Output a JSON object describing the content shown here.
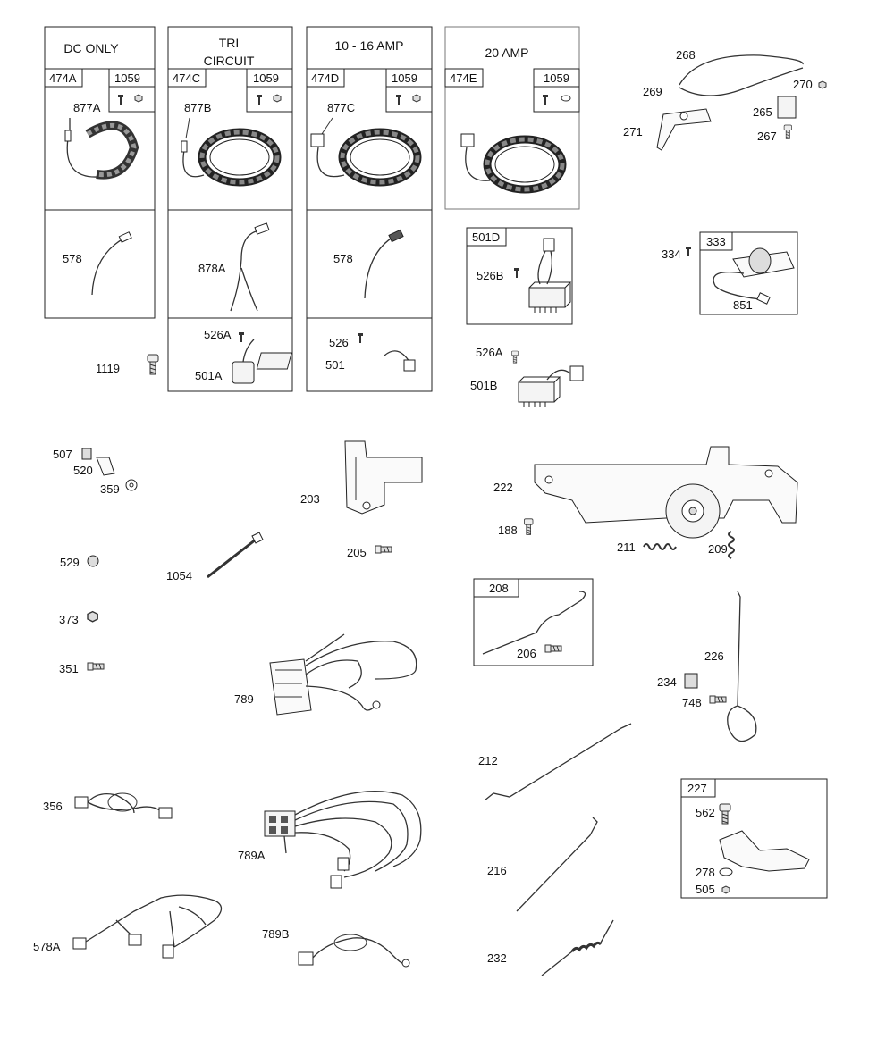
{
  "kits": {
    "dc_only": {
      "title": "DC ONLY",
      "kit": "474A",
      "hw": "1059",
      "part": "877A",
      "lead": "578"
    },
    "tri": {
      "title1": "TRI",
      "title2": "CIRCUIT",
      "kit": "474C",
      "hw": "1059",
      "part": "877B",
      "lead": "878A",
      "reg_screw": "526A",
      "reg": "501A"
    },
    "amp10": {
      "title": "10 - 16 AMP",
      "kit": "474D",
      "hw": "1059",
      "part": "877C",
      "lead": "578",
      "reg_screw": "526",
      "reg": "501"
    },
    "amp20": {
      "title": "20 AMP",
      "kit": "474E",
      "hw": "1059"
    }
  },
  "kit_501d": {
    "kit": "501D",
    "screw": "526B"
  },
  "reg_501b": {
    "screw": "526A",
    "reg": "501B"
  },
  "kit_333": {
    "kit": "333",
    "screw": "334",
    "part": "851"
  },
  "kit_208": {
    "kit": "208",
    "screw": "206"
  },
  "kit_227": {
    "kit": "227",
    "screw": "562",
    "washer": "278",
    "nut": "505"
  },
  "labels": {
    "p1119": "1119",
    "p268": "268",
    "p269": "269",
    "p270": "270",
    "p271": "271",
    "p265": "265",
    "p267": "267",
    "p507": "507",
    "p520": "520",
    "p359": "359",
    "p203": "203",
    "p205": "205",
    "p222": "222",
    "p188": "188",
    "p211": "211",
    "p209": "209",
    "p529": "529",
    "p1054": "1054",
    "p373": "373",
    "p351": "351",
    "p789": "789",
    "p226": "226",
    "p234": "234",
    "p748": "748",
    "p212": "212",
    "p356": "356",
    "p789a": "789A",
    "p216": "216",
    "p578a": "578A",
    "p789b": "789B",
    "p232": "232"
  }
}
